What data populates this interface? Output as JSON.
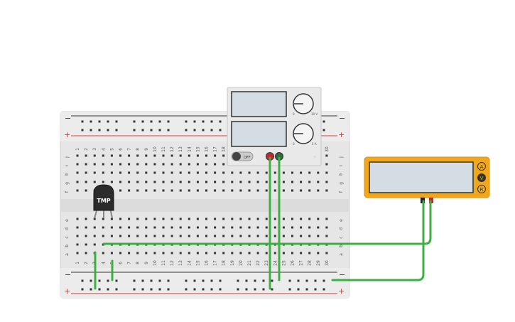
{
  "breadboard": {
    "columns": 30,
    "top_rows": [
      "j",
      "i",
      "h",
      "g",
      "f"
    ],
    "bottom_rows": [
      "e",
      "d",
      "c",
      "b",
      "a"
    ],
    "rail_minus": "−",
    "rail_plus": "+"
  },
  "sensor": {
    "label": "TMP"
  },
  "power_supply": {
    "switch_label": "OFF",
    "knob1_label": "10 V",
    "knob2_label": "5 A",
    "knob_min": "0"
  },
  "multimeter": {
    "modes": [
      "A",
      "V",
      "R"
    ],
    "selected_mode": "V"
  },
  "colors": {
    "wire": "#3cb043",
    "multimeter_body": "#f2a71b",
    "lcd": "#d3dde3",
    "rail_red": "#d23a3a"
  }
}
